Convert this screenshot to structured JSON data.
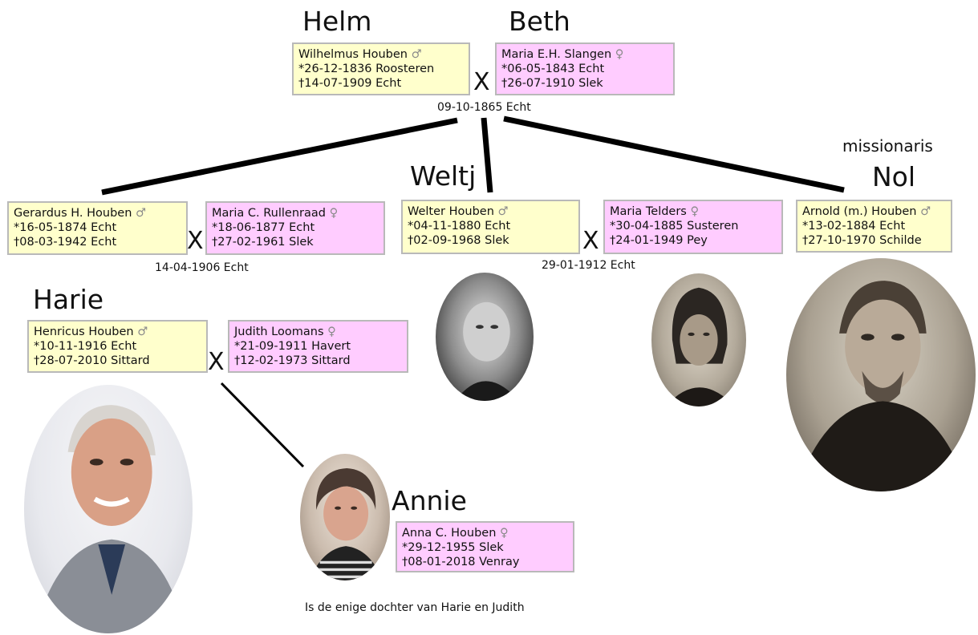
{
  "names": {
    "helm": "Helm",
    "beth": "Beth",
    "weltj": "Weltj",
    "nol": "Nol",
    "missionaris": "missionaris",
    "harie": "Harie",
    "annie": "Annie"
  },
  "persons": {
    "wilhelmus": {
      "name": "Wilhelmus Houben",
      "sex": "♂",
      "born": "*26-12-1836 Roosteren",
      "died": "†14-07-1909 Echt"
    },
    "maria_eh": {
      "name": "Maria E.H. Slangen",
      "sex": "♀",
      "born": "*06-05-1843 Echt",
      "died": "†26-07-1910 Slek"
    },
    "gerardus": {
      "name": "Gerardus H. Houben",
      "sex": "♂",
      "born": "*16-05-1874 Echt",
      "died": "†08-03-1942 Echt"
    },
    "maria_c": {
      "name": "Maria C. Rullenraad",
      "sex": "♀",
      "born": "*18-06-1877 Echt",
      "died": "†27-02-1961 Slek"
    },
    "welter": {
      "name": "Welter Houben",
      "sex": "♂",
      "born": "*04-11-1880 Echt",
      "died": "†02-09-1968 Slek"
    },
    "maria_t": {
      "name": "Maria Telders",
      "sex": "♀",
      "born": "*30-04-1885 Susteren",
      "died": "†24-01-1949 Pey"
    },
    "arnold": {
      "name": "Arnold (m.) Houben",
      "sex": "♂",
      "born": "*13-02-1884 Echt",
      "died": "†27-10-1970 Schilde"
    },
    "henricus": {
      "name": "Henricus Houben",
      "sex": "♂",
      "born": "*10-11-1916 Echt",
      "died": "†28-07-2010 Sittard"
    },
    "judith": {
      "name": "Judith Loomans",
      "sex": "♀",
      "born": "*21-09-1911 Havert",
      "died": "†12-02-1973 Sittard"
    },
    "anna": {
      "name": "Anna C. Houben",
      "sex": "♀",
      "born": "*29-12-1955 Slek",
      "died": "†08-01-2018 Venray"
    }
  },
  "marriages": {
    "m1": "09-10-1865 Echt",
    "m2": "14-04-1906 Echt",
    "m3": "29-01-1912 Echt"
  },
  "cross": "X",
  "caption": "Is de enige dochter van Harie en Judith"
}
